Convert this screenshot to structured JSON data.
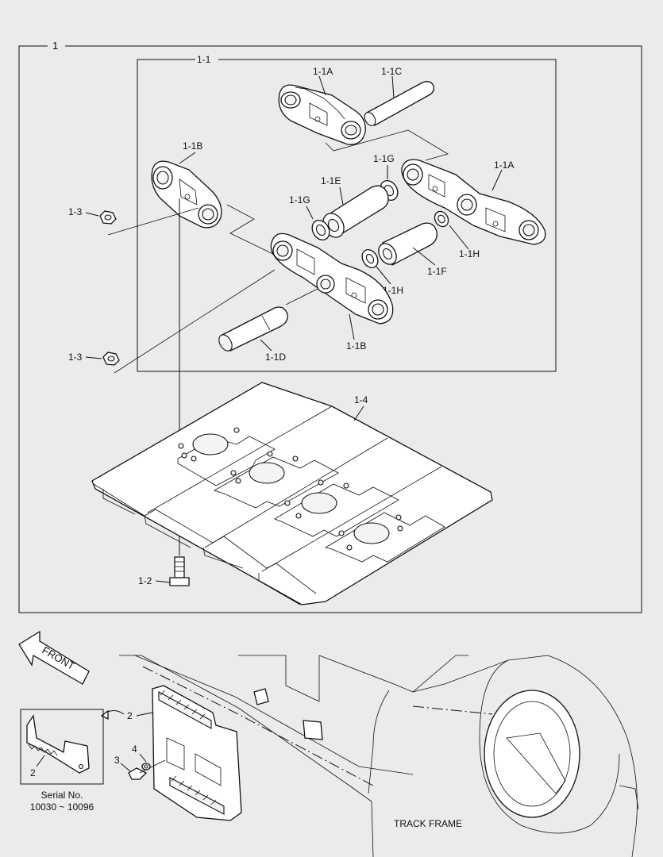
{
  "labels": {
    "assembly": "1",
    "link_assy": "1-1",
    "link_a_top": "1-1A",
    "pin_c": "1-1C",
    "link_b_left": "1-1B",
    "link_a_right": "1-1A",
    "seal_g_top": "1-1G",
    "bushing_e": "1-1E",
    "seal_g_left": "1-1G",
    "nut_top": "1-3",
    "seal_h_right": "1-1H",
    "bushing_f": "1-1F",
    "seal_h_bottom": "1-1H",
    "link_b_bottom": "1-1B",
    "pin_d": "1-1D",
    "nut_bottom": "1-3",
    "shoe": "1-4",
    "bolt": "1-2",
    "guard": "2",
    "guard_inset": "2",
    "bolt_small": "3",
    "washer": "4",
    "serial_line1": "Serial No.",
    "serial_line2": "10030 ~ 10096",
    "front_arrow": "FRONT",
    "track_frame": "TRACK FRAME"
  },
  "colors": {
    "background": "#ebebeb",
    "line": "#111111"
  }
}
